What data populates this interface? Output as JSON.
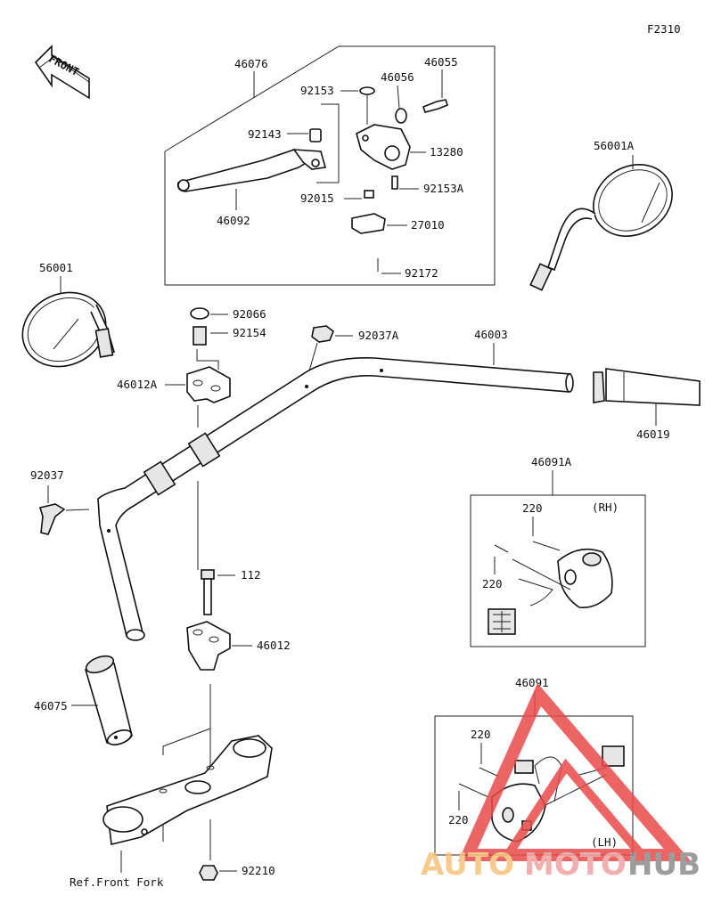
{
  "figure_code": "F2310",
  "front_label": "FRONT",
  "parts": {
    "p46076": "46076",
    "p92153": "92153",
    "p46056": "46056",
    "p46055": "46055",
    "p92143": "92143",
    "p13280": "13280",
    "p92015": "92015",
    "p92153A": "92153A",
    "p27010": "27010",
    "p46092": "46092",
    "p92172": "92172",
    "p56001A": "56001A",
    "p56001": "56001",
    "p92066": "92066",
    "p92154": "92154",
    "p92037A": "92037A",
    "p46003": "46003",
    "p46012A": "46012A",
    "p46019": "46019",
    "p92037": "92037",
    "p46091A": "46091A",
    "p220a": "220",
    "p220b": "220",
    "p112": "112",
    "p46012": "46012",
    "p46075": "46075",
    "p46091": "46091",
    "p220c": "220",
    "p220d": "220",
    "p92210": "92210"
  },
  "side_rh": "(RH)",
  "side_lh": "(LH)",
  "ref_front_fork": "Ref.Front Fork",
  "watermark": {
    "part1": "AUTO",
    "part2": "MOTO",
    "part3": "HUB",
    "color_auto": "#f6c37a",
    "color_moto": "#f2a0a0",
    "color_hub": "#8c8c8c",
    "triangle_color": "#e94b4b"
  }
}
